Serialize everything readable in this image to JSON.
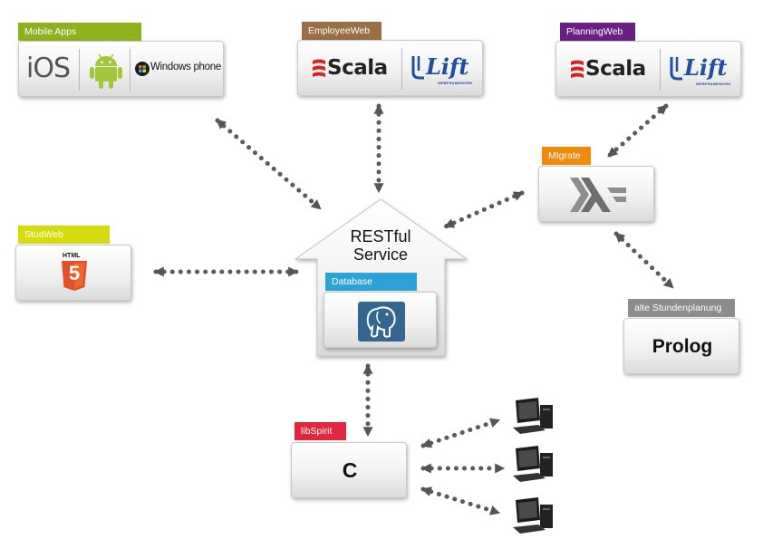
{
  "nodes": {
    "mobile": {
      "tag": "Mobile Apps",
      "tag_color": "#8db21e",
      "ios": "iOS",
      "windows": "Windows phone"
    },
    "employeeweb": {
      "tag": "EmployeeWeb",
      "tag_color": "#9b6f45",
      "scala": "Scala",
      "lift": "Lift",
      "lift_sub": "WEBFRAMEWORK"
    },
    "planningweb": {
      "tag": "PlanningWeb",
      "tag_color": "#6a1e86",
      "scala": "Scala",
      "lift": "Lift",
      "lift_sub": "WEBFRAMEWORK"
    },
    "migrate": {
      "tag": "MIgrate",
      "tag_color": "#ef8a0c"
    },
    "studweb": {
      "tag": "StudWeb",
      "tag_color": "#d6dc0c",
      "html_label": "HTML",
      "html_number": "5"
    },
    "restful": {
      "line1": "RESTful",
      "line2": "Service"
    },
    "database": {
      "tag": "Database",
      "tag_color": "#2ba3d9"
    },
    "prolog": {
      "tag": "alte Stundenplanung",
      "tag_color": "#8c8c8c",
      "label": "Prolog"
    },
    "libspirit": {
      "tag": "libSpirit",
      "tag_color": "#e0273d",
      "label": "C"
    }
  },
  "icons": [
    "ios-logo-icon",
    "android-robot-icon",
    "windows-flag-icon",
    "scala-logo-icon",
    "lift-logo-icon",
    "haskell-logo-icon",
    "html5-shield-icon",
    "postgresql-elephant-icon",
    "computer-icon"
  ]
}
